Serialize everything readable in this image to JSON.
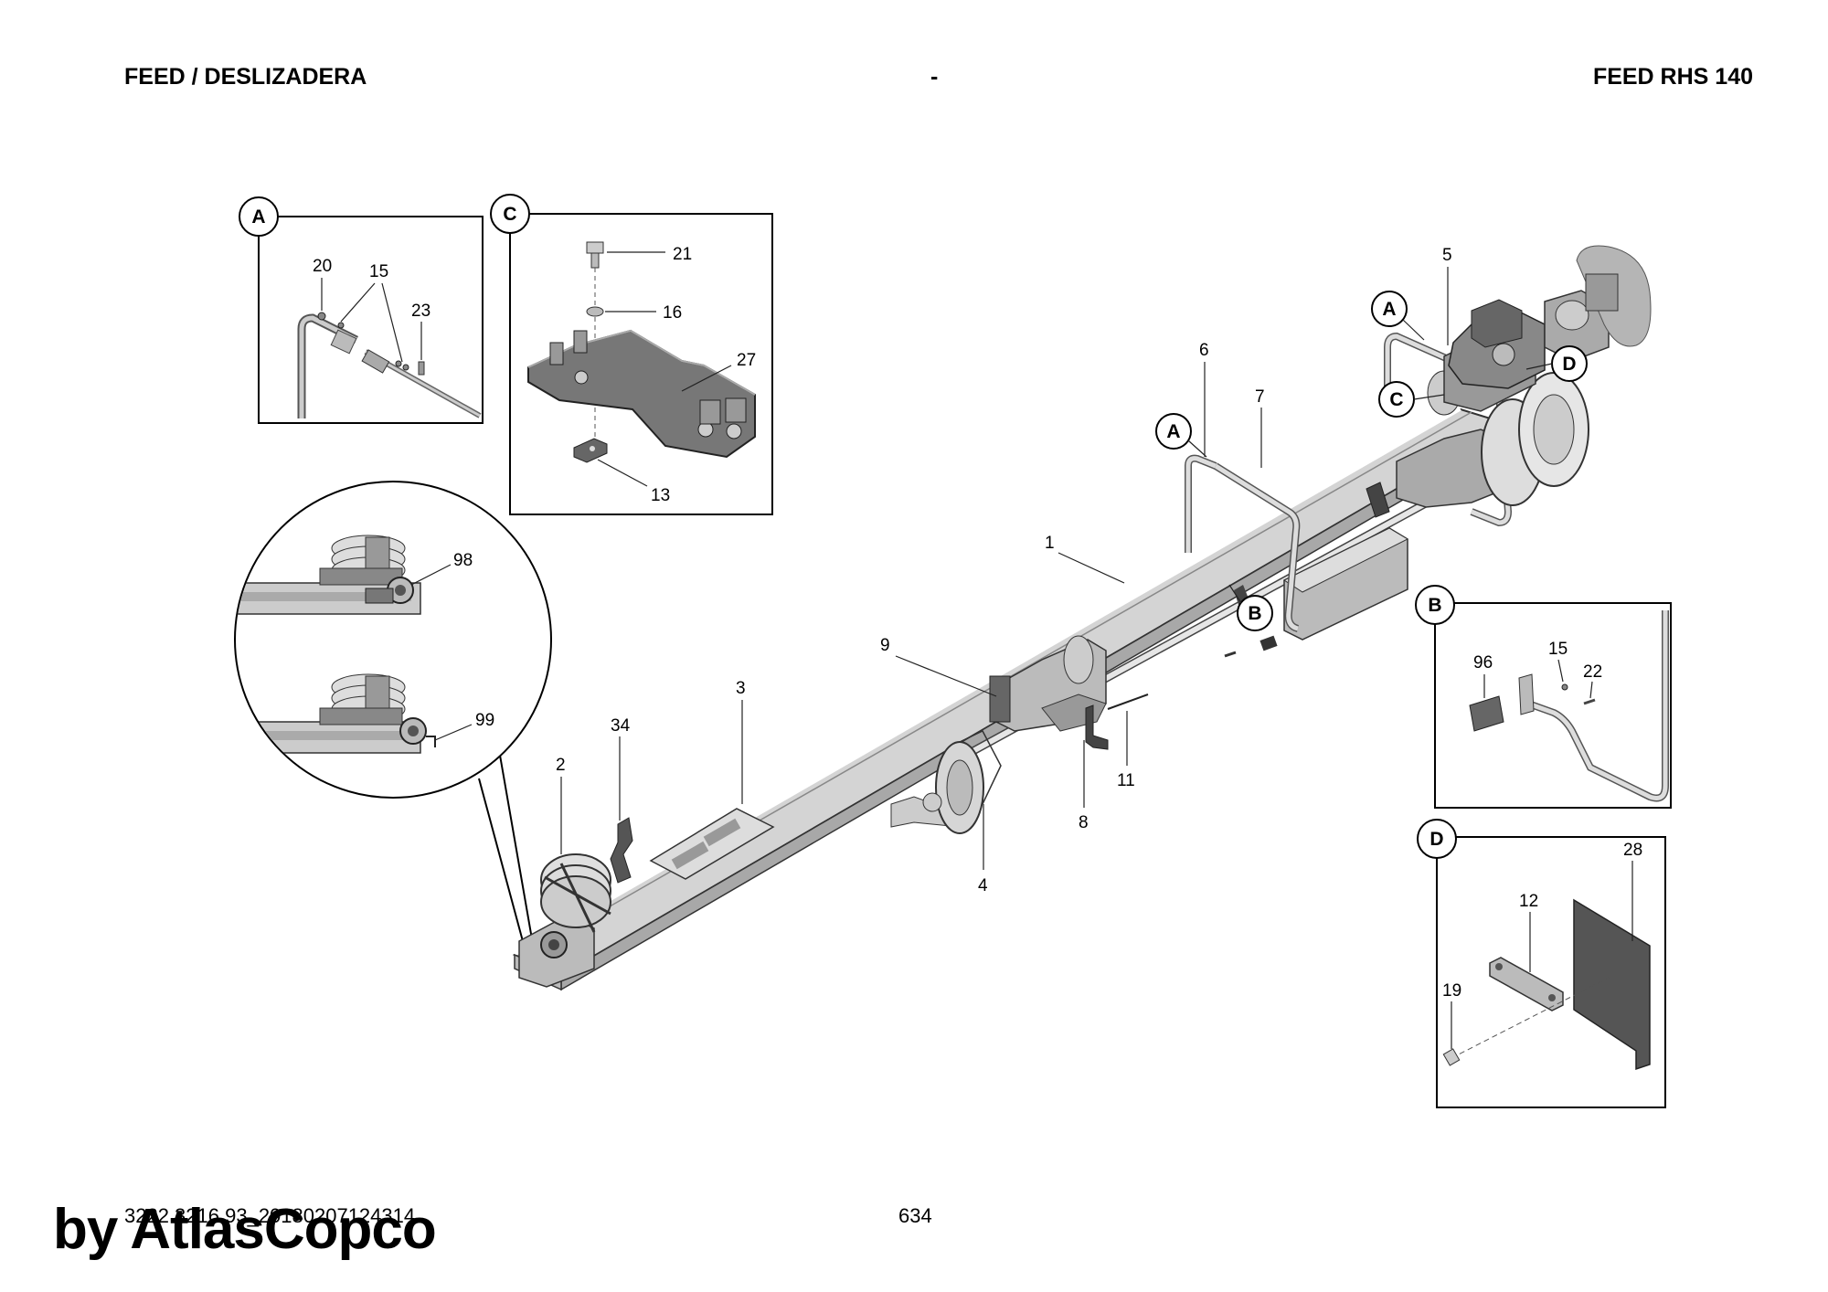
{
  "header": {
    "left": "FEED / DESLIZADERA",
    "center": "-",
    "right": "FEED RHS 140"
  },
  "footer": {
    "doc_number": "3222 3216 93_20180207124314",
    "page": "634",
    "brand": "by AtlasCopco"
  },
  "detail_views": [
    {
      "letter": "A",
      "labels": [
        "20",
        "15",
        "23"
      ]
    },
    {
      "letter": "C",
      "labels": [
        "21",
        "16",
        "27",
        "13"
      ]
    },
    {
      "letter": "B",
      "labels": [
        "96",
        "15",
        "22"
      ]
    },
    {
      "letter": "D",
      "labels": [
        "28",
        "12",
        "19"
      ]
    }
  ],
  "zoom_labels": [
    "98",
    "99"
  ],
  "main_labels": [
    "1",
    "2",
    "3",
    "4",
    "5",
    "6",
    "7",
    "8",
    "9",
    "11",
    "34"
  ],
  "callouts": [
    "A",
    "A",
    "C",
    "D",
    "B"
  ]
}
